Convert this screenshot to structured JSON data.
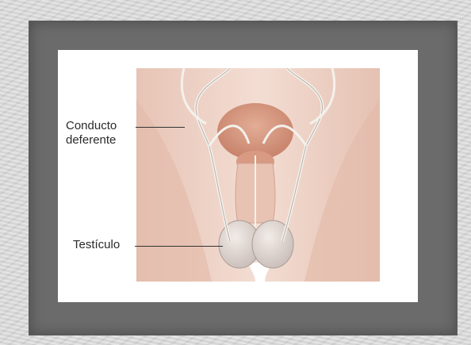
{
  "labels": {
    "conducto_line1": "Conducto",
    "conducto_line2": "deferente",
    "testiculo": "Testículo"
  },
  "colors": {
    "frame": "#6b6b6b",
    "mat": "#ffffff",
    "skin": "#efd2c6",
    "organ": "#d9a08a",
    "duct": "#e9e6e0"
  }
}
